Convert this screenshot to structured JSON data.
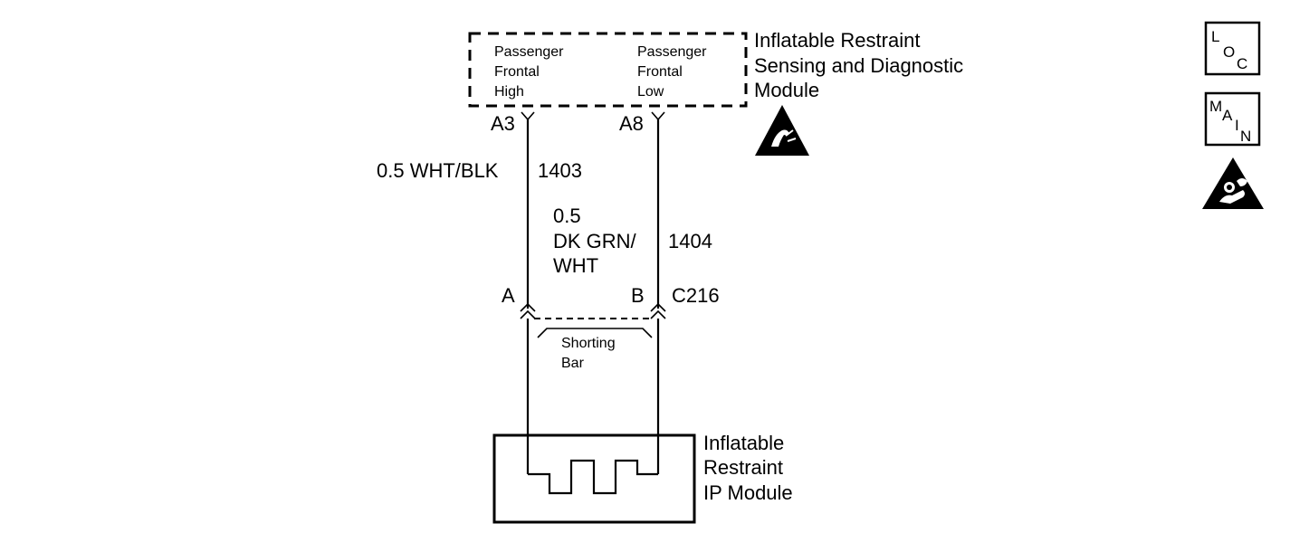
{
  "sdm": {
    "name_lines": [
      "Inflatable Restraint",
      "Sensing and Diagnostic",
      "Module"
    ],
    "circuit_high_lines": [
      "Passenger",
      "Frontal",
      "High"
    ],
    "circuit_low_lines": [
      "Passenger",
      "Frontal",
      "Low"
    ],
    "pin_high": "A3",
    "pin_low": "A8"
  },
  "wires": {
    "high": {
      "gauge_color": "0.5 WHT/BLK",
      "circuit_number": "1403"
    },
    "low": {
      "gauge_color_lines": [
        "0.5",
        "DK GRN/",
        "WHT"
      ],
      "circuit_number": "1404"
    }
  },
  "connector": {
    "name": "C216",
    "pin_a": "A",
    "pin_b": "B",
    "shorting_bar_lines": [
      "Shorting",
      "Bar"
    ]
  },
  "ip_module": {
    "name_lines": [
      "Inflatable",
      "Restraint",
      "IP Module"
    ]
  },
  "icons": {
    "loc_letters": [
      "L",
      "O",
      "C"
    ],
    "main_letters": [
      "M",
      "A",
      "I",
      "N"
    ],
    "esd_icon": "esd-warning-triangle",
    "airbag_icon": "airbag-warning-triangle"
  },
  "colors": {
    "line": "#000000",
    "background": "#ffffff"
  }
}
